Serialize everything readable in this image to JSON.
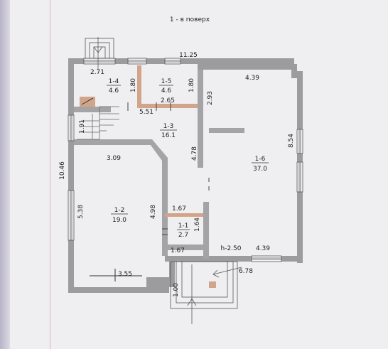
{
  "header": {
    "title": "1 - в  поверх"
  },
  "rooms": [
    {
      "id": "1-1",
      "area": "2.7"
    },
    {
      "id": "1-2",
      "area": "19.0"
    },
    {
      "id": "1-3",
      "area": "16.1"
    },
    {
      "id": "1-4",
      "area": "4.6"
    },
    {
      "id": "1-5",
      "area": "4.6"
    },
    {
      "id": "1-6",
      "area": "37.0"
    }
  ],
  "dimensions": {
    "top_overall": "11.25",
    "stair_width": "2.71",
    "hall_top": "4.39",
    "hall_bottom": "4.39",
    "right_side": "8.54",
    "left_overall": "10.46",
    "room2_left": "5.38",
    "room2_top": "3.09",
    "room2_right": "4.98",
    "room2_bottom": "3.55",
    "corridor_width": "5.51",
    "room5_width": "2.65",
    "room4_height": "1.80",
    "room5_height": "1.80",
    "wall_293": "2.93",
    "wall_478": "4.78",
    "stair_191": "1.91",
    "wc_top": "1.67",
    "wc_bottom": "1.67",
    "wc_height": "1.64",
    "porch_width": "6.78",
    "porch_depth": "1.00",
    "ceiling_height": "h-2.50"
  }
}
